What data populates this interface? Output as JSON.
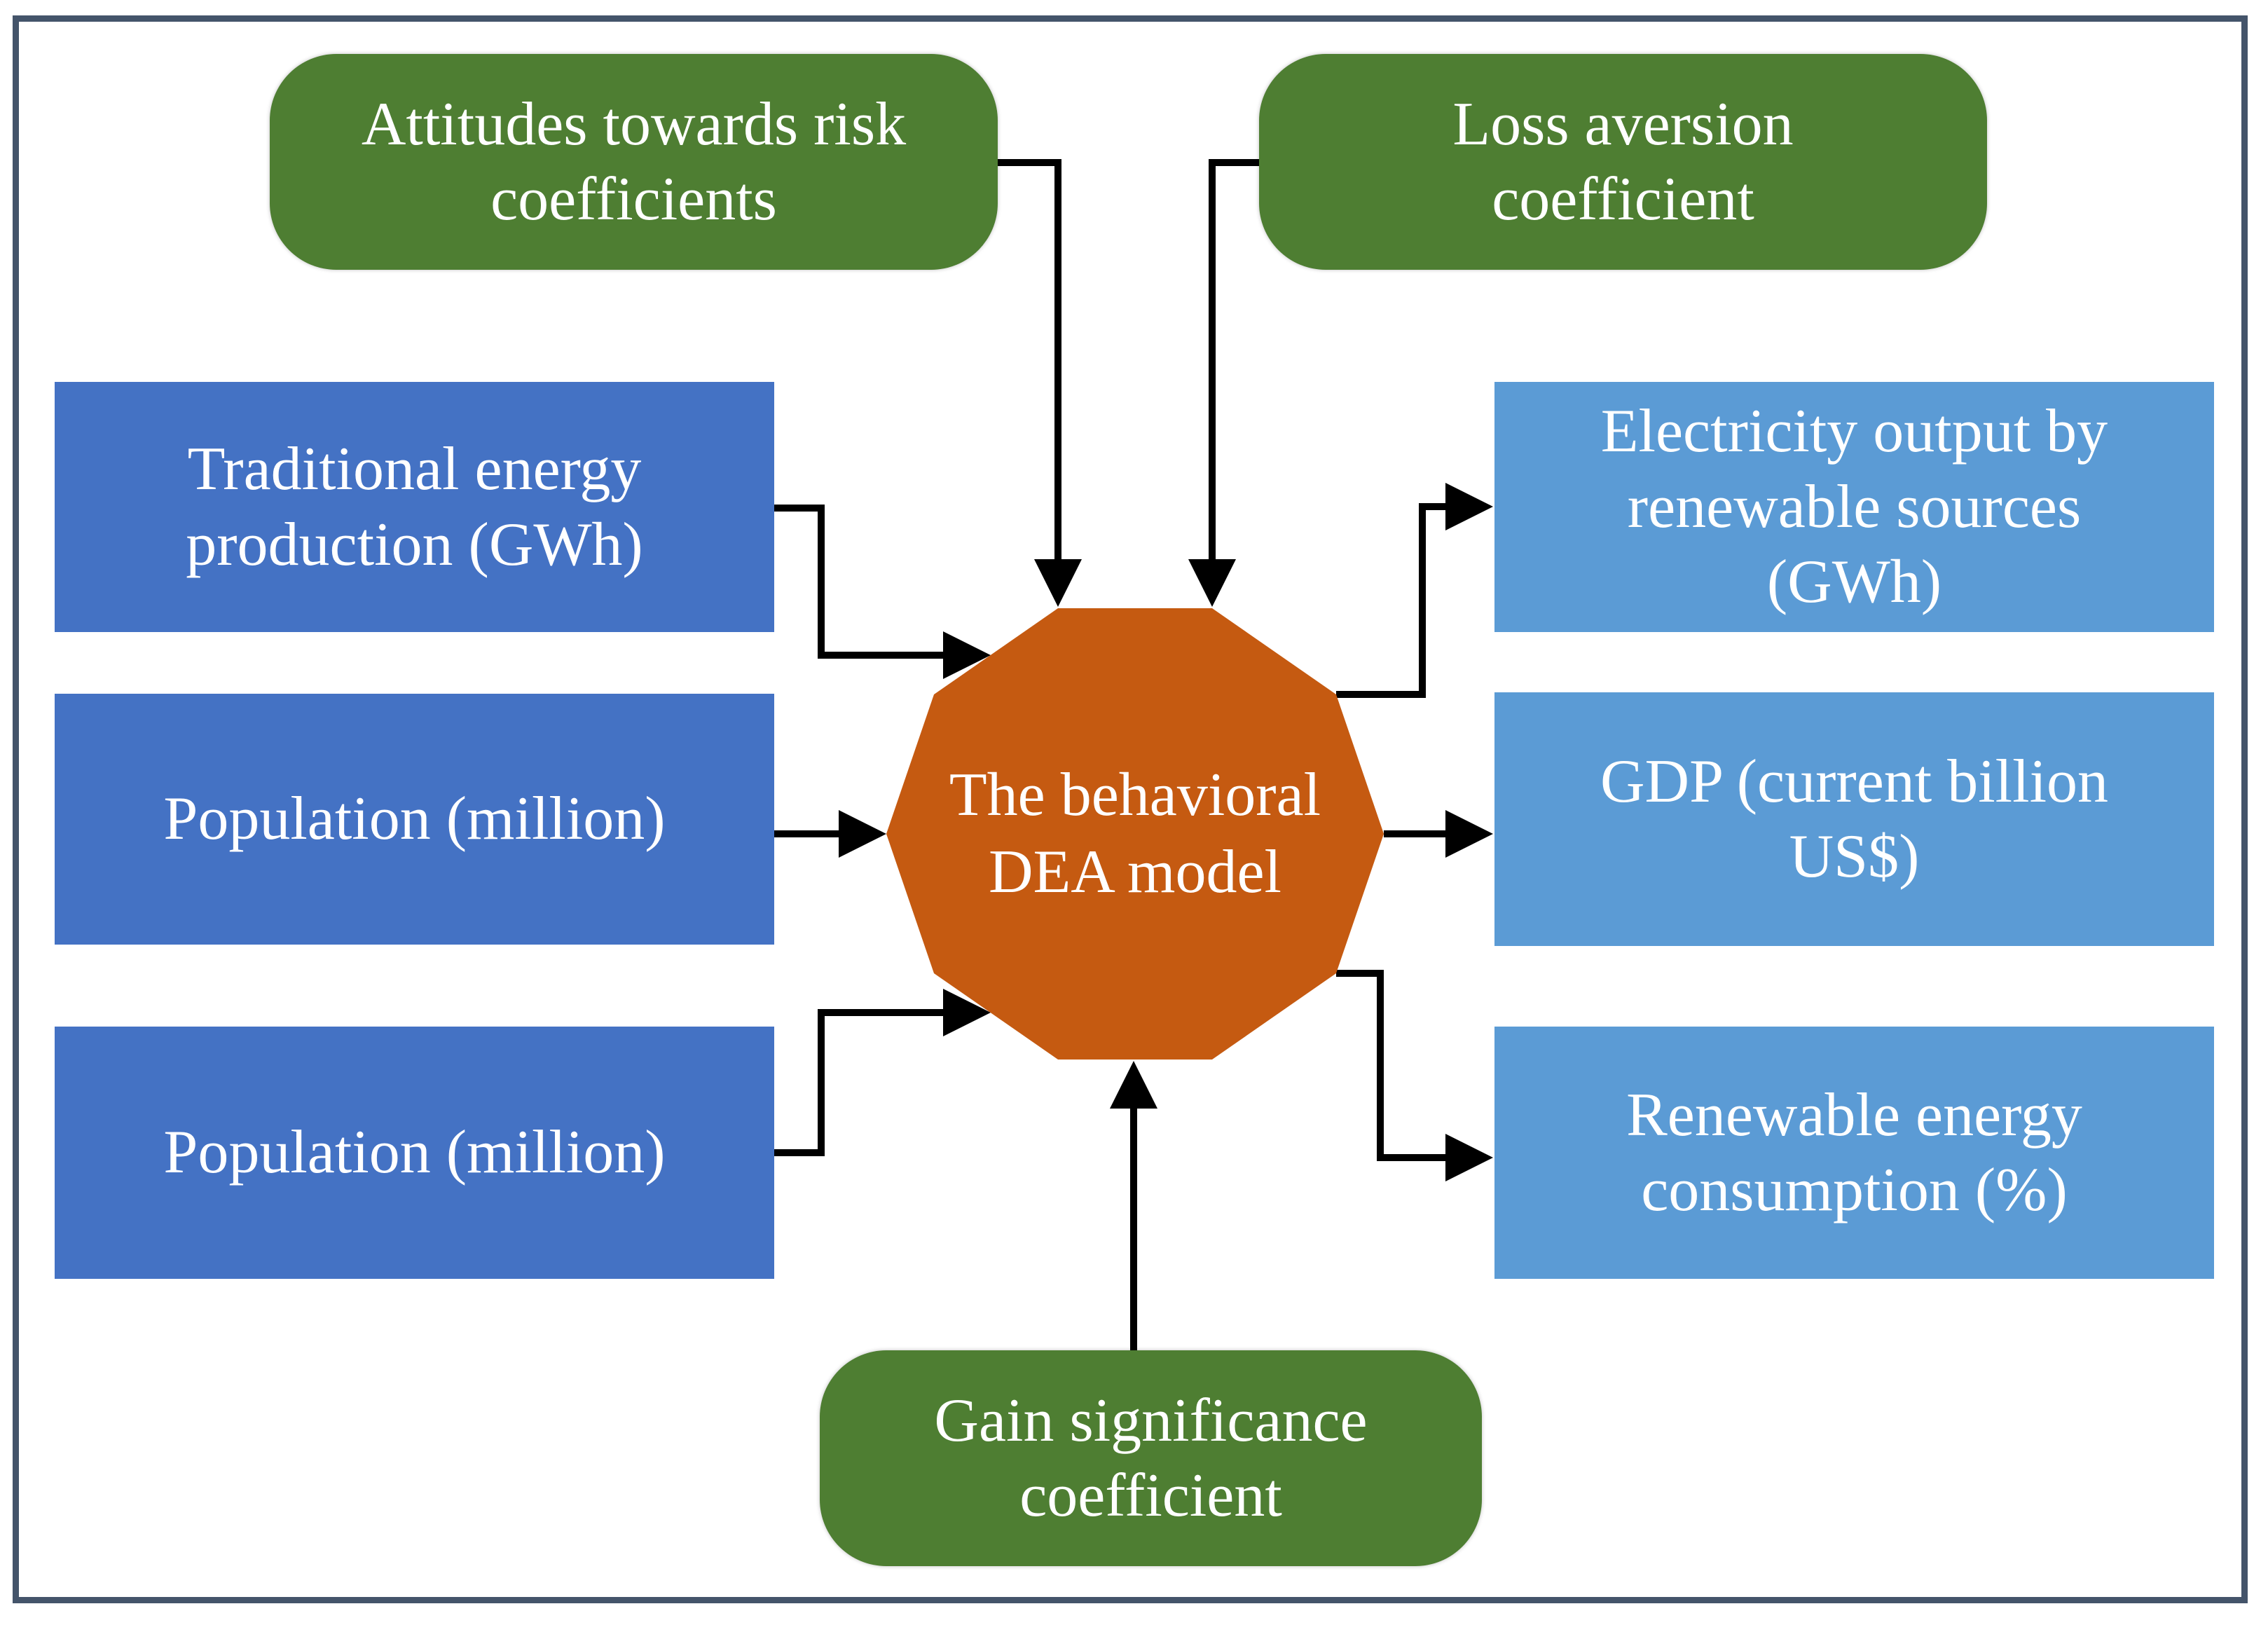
{
  "diagram": {
    "description": "Flow diagram of the behavioral DEA model with inputs, outputs and behavioral coefficients"
  },
  "colors": {
    "coefficient_green": "#4E7E32",
    "input_blue": "#4472C4",
    "output_light_blue": "#5B9BD5",
    "model_orange": "#C55A11",
    "frame_slate": "#44546A",
    "arrow_black": "#000000",
    "text_white": "#ffffff"
  },
  "nodes": {
    "attitudes": {
      "label": "Attitudes towards risk\ncoefficients"
    },
    "loss": {
      "label": "Loss aversion\ncoefficient"
    },
    "traditional": {
      "label": "Traditional energy\nproduction (GWh)"
    },
    "population_top": {
      "label": "Population (million)"
    },
    "population_bottom": {
      "label": "Population (million)"
    },
    "model": {
      "label": "The behavioral\nDEA model"
    },
    "electricity": {
      "label": "Electricity output by\nrenewable sources\n(GWh)"
    },
    "gdp": {
      "label": "GDP (current billion\nUS$)"
    },
    "renewable": {
      "label": "Renewable energy\nconsumption (%)"
    },
    "gain": {
      "label": "Gain significance\ncoefficient"
    }
  },
  "edges": [
    {
      "from": "attitudes-risk-coefficients",
      "to": "behavioral-dea-model"
    },
    {
      "from": "loss-aversion-coefficient",
      "to": "behavioral-dea-model"
    },
    {
      "from": "traditional-energy-production",
      "to": "behavioral-dea-model"
    },
    {
      "from": "population-top",
      "to": "behavioral-dea-model"
    },
    {
      "from": "population-bottom",
      "to": "behavioral-dea-model"
    },
    {
      "from": "gain-significance-coefficient",
      "to": "behavioral-dea-model"
    },
    {
      "from": "behavioral-dea-model",
      "to": "electricity-output-renewable"
    },
    {
      "from": "behavioral-dea-model",
      "to": "gdp-current-billion"
    },
    {
      "from": "behavioral-dea-model",
      "to": "renewable-energy-consumption"
    }
  ]
}
